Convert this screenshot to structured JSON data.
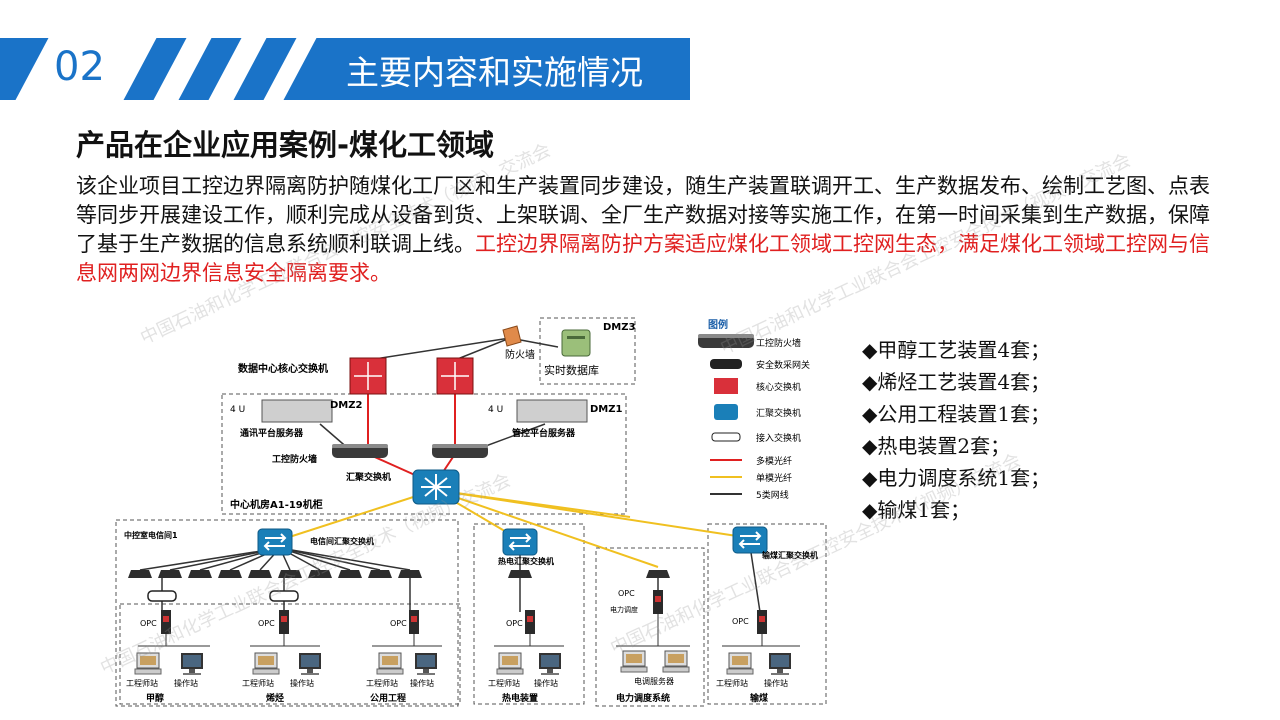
{
  "header": {
    "section_number": "02",
    "section_title": "主要内容和实施情况"
  },
  "heading": "产品在企业应用案例-煤化工领域",
  "paragraph": {
    "normal": "该企业项目工控边界隔离防护随煤化工厂区和生产装置同步建设，随生产装置联调开工、生产数据发布、绘制工艺图、点表等同步开展建设工作，顺利完成从设备到货、上架联调、全厂生产数据对接等实施工作，在第一时间采集到生产数据，保障了基于生产数据的信息系统顺利联调上线。",
    "highlight": "工控边界隔离防护方案适应煤化工领域工控网生态，满足煤化工领域工控网与信息网两网边界信息安全隔离要求。"
  },
  "bullets": [
    "◆甲醇工艺装置4套；",
    "◆烯烃工艺装置4套；",
    "◆公用工程装置1套；",
    "◆热电装置2套；",
    "◆电力调度系统1套；",
    "◆输煤1套；"
  ],
  "diagram": {
    "dmz3": "DMZ3",
    "firewall_top": "防火墙",
    "realtime_db": "实时数据库",
    "core_switch": "数据中心核心交换机",
    "dmz2": "DMZ2",
    "dmz1": "DMZ1",
    "unit_4u": "4 U",
    "comm_server": "通讯平台服务器",
    "mgmt_server": "管控平台服务器",
    "ics_firewall": "工控防火墙",
    "agg_switch": "汇聚交换机",
    "center_room": "中心机房A1-19机柜",
    "central_control": "中控室电信间1",
    "telecom_switch": "电信间汇聚交换机",
    "thermal_switch": "热电汇聚交换机",
    "coal_switch": "输煤汇聚交换机",
    "opc": "OPC",
    "engineer_station": "工程师站",
    "operator_station": "操作站",
    "remote_terminal": "电力调度",
    "dispatch_server": "电调服务器",
    "zones": [
      "甲醇",
      "烯烃",
      "公用工程",
      "热电装置",
      "电力调度系统",
      "输煤"
    ],
    "legend": {
      "title": "图例",
      "items": [
        "工控防火墙",
        "安全数采网关",
        "核心交换机",
        "汇聚交换机",
        "接入交换机",
        "多模光纤",
        "单模光纤",
        "5类网线"
      ]
    },
    "colors": {
      "multimode": "#e02020",
      "singlemode": "#f0c020",
      "cat5": "#333333",
      "core_switch": "#d9303a",
      "agg_switch": "#1a7fb8"
    }
  },
  "watermark": "中国石油和化学工业联合会工控安全技术（视频）交流会",
  "theme": {
    "accent": "#1a73c8",
    "highlight": "#e02020"
  }
}
